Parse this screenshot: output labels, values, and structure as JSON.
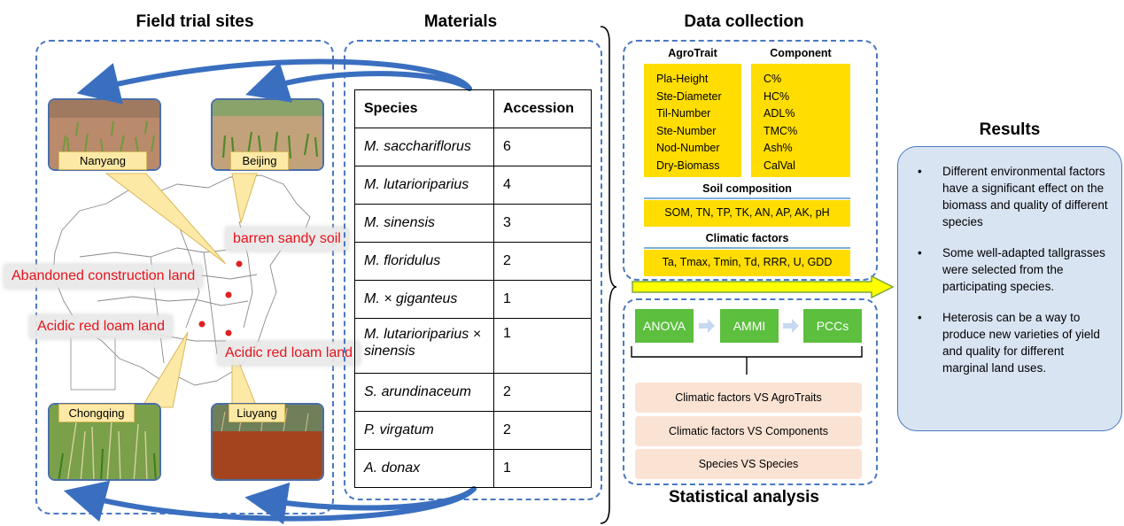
{
  "headings": {
    "field_sites": "Field trial sites",
    "materials": "Materials",
    "data_collection": "Data collection",
    "statistical_analysis": "Statistical analysis",
    "results": "Results"
  },
  "photos": {
    "nanyang": "Nanyang",
    "beijing": "Beijing",
    "chongqing": "Chongqing",
    "liuyang": "Liuyang"
  },
  "site_labels": {
    "barren": "barren sandy soil",
    "abandoned": "Abandoned construction land",
    "acidic_left": "Acidic red loam land",
    "acidic_right": "Acidic red loam land"
  },
  "materials_table": {
    "headers": [
      "Species",
      "Accession"
    ],
    "rows": [
      {
        "species": "M. sacchariflorus",
        "accession": "6"
      },
      {
        "species": "M. lutarioriparius",
        "accession": "4"
      },
      {
        "species": "M. sinensis",
        "accession": "3"
      },
      {
        "species": "M. floridulus",
        "accession": "2"
      },
      {
        "species": "M. × giganteus",
        "accession": "1"
      },
      {
        "species": "M. lutarioriparius × sinensis",
        "accession": "1"
      },
      {
        "species": "S. arundinaceum",
        "accession": "2"
      },
      {
        "species": "P. virgatum",
        "accession": "2"
      },
      {
        "species": "A. donax",
        "accession": "1"
      }
    ]
  },
  "data_collection": {
    "agrotrait_title": "AgroTrait",
    "agrotraits": [
      "Pla-Height",
      "Ste-Diameter",
      "Til-Number",
      "Ste-Number",
      "Nod-Number",
      "Dry-Biomass"
    ],
    "component_title": "Component",
    "components": [
      "C%",
      "HC%",
      "ADL%",
      "TMC%",
      "Ash%",
      "CalVal"
    ],
    "soil_title": "Soil composition",
    "soil_items": "SOM, TN, TP, TK, AN, AP, AK, pH",
    "climate_title": "Climatic factors",
    "climate_items": "Ta, Tmax, Tmin, Td, RRR, U, GDD"
  },
  "statistical_analysis": {
    "methods": [
      "ANOVA",
      "AMMI",
      "PCCs"
    ],
    "comparisons": [
      "Climatic factors VS AgroTraits",
      "Climatic factors VS Components",
      "Species VS Species"
    ]
  },
  "results": {
    "bullet": "•",
    "items": [
      "Different environmental factors have a significant effect on the biomass and quality of different species",
      "Some well-adapted tallgrasses were selected from the participating species.",
      "Heterosis can be a way to produce new varieties of yield and quality for different marginal land uses."
    ]
  },
  "colors": {
    "dash_border": "#4a78c2",
    "yellow": "#ffdd00",
    "green": "#5cbf3e",
    "peach": "#fbe3d4",
    "results_bg": "#d9e4f3",
    "site_text": "#e8121b"
  }
}
